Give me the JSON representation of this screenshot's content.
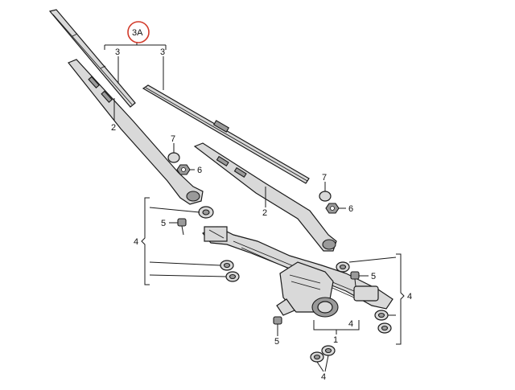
{
  "callouts": {
    "c1": "1",
    "c2a": "2",
    "c2b": "2",
    "c3a": "3",
    "c3b": "3",
    "c3A": "3A",
    "c4left": "4",
    "c4right": "4",
    "c4bottom1": "4",
    "c4bottom2": "4",
    "c5a": "5",
    "c5b": "5",
    "c5c": "5",
    "c6a": "6",
    "c6b": "6",
    "c7a": "7",
    "c7b": "7"
  },
  "colors": {
    "highlight_circle": "#d23a2a",
    "line": "#1a1a1a",
    "part": "#d9d9d9"
  }
}
